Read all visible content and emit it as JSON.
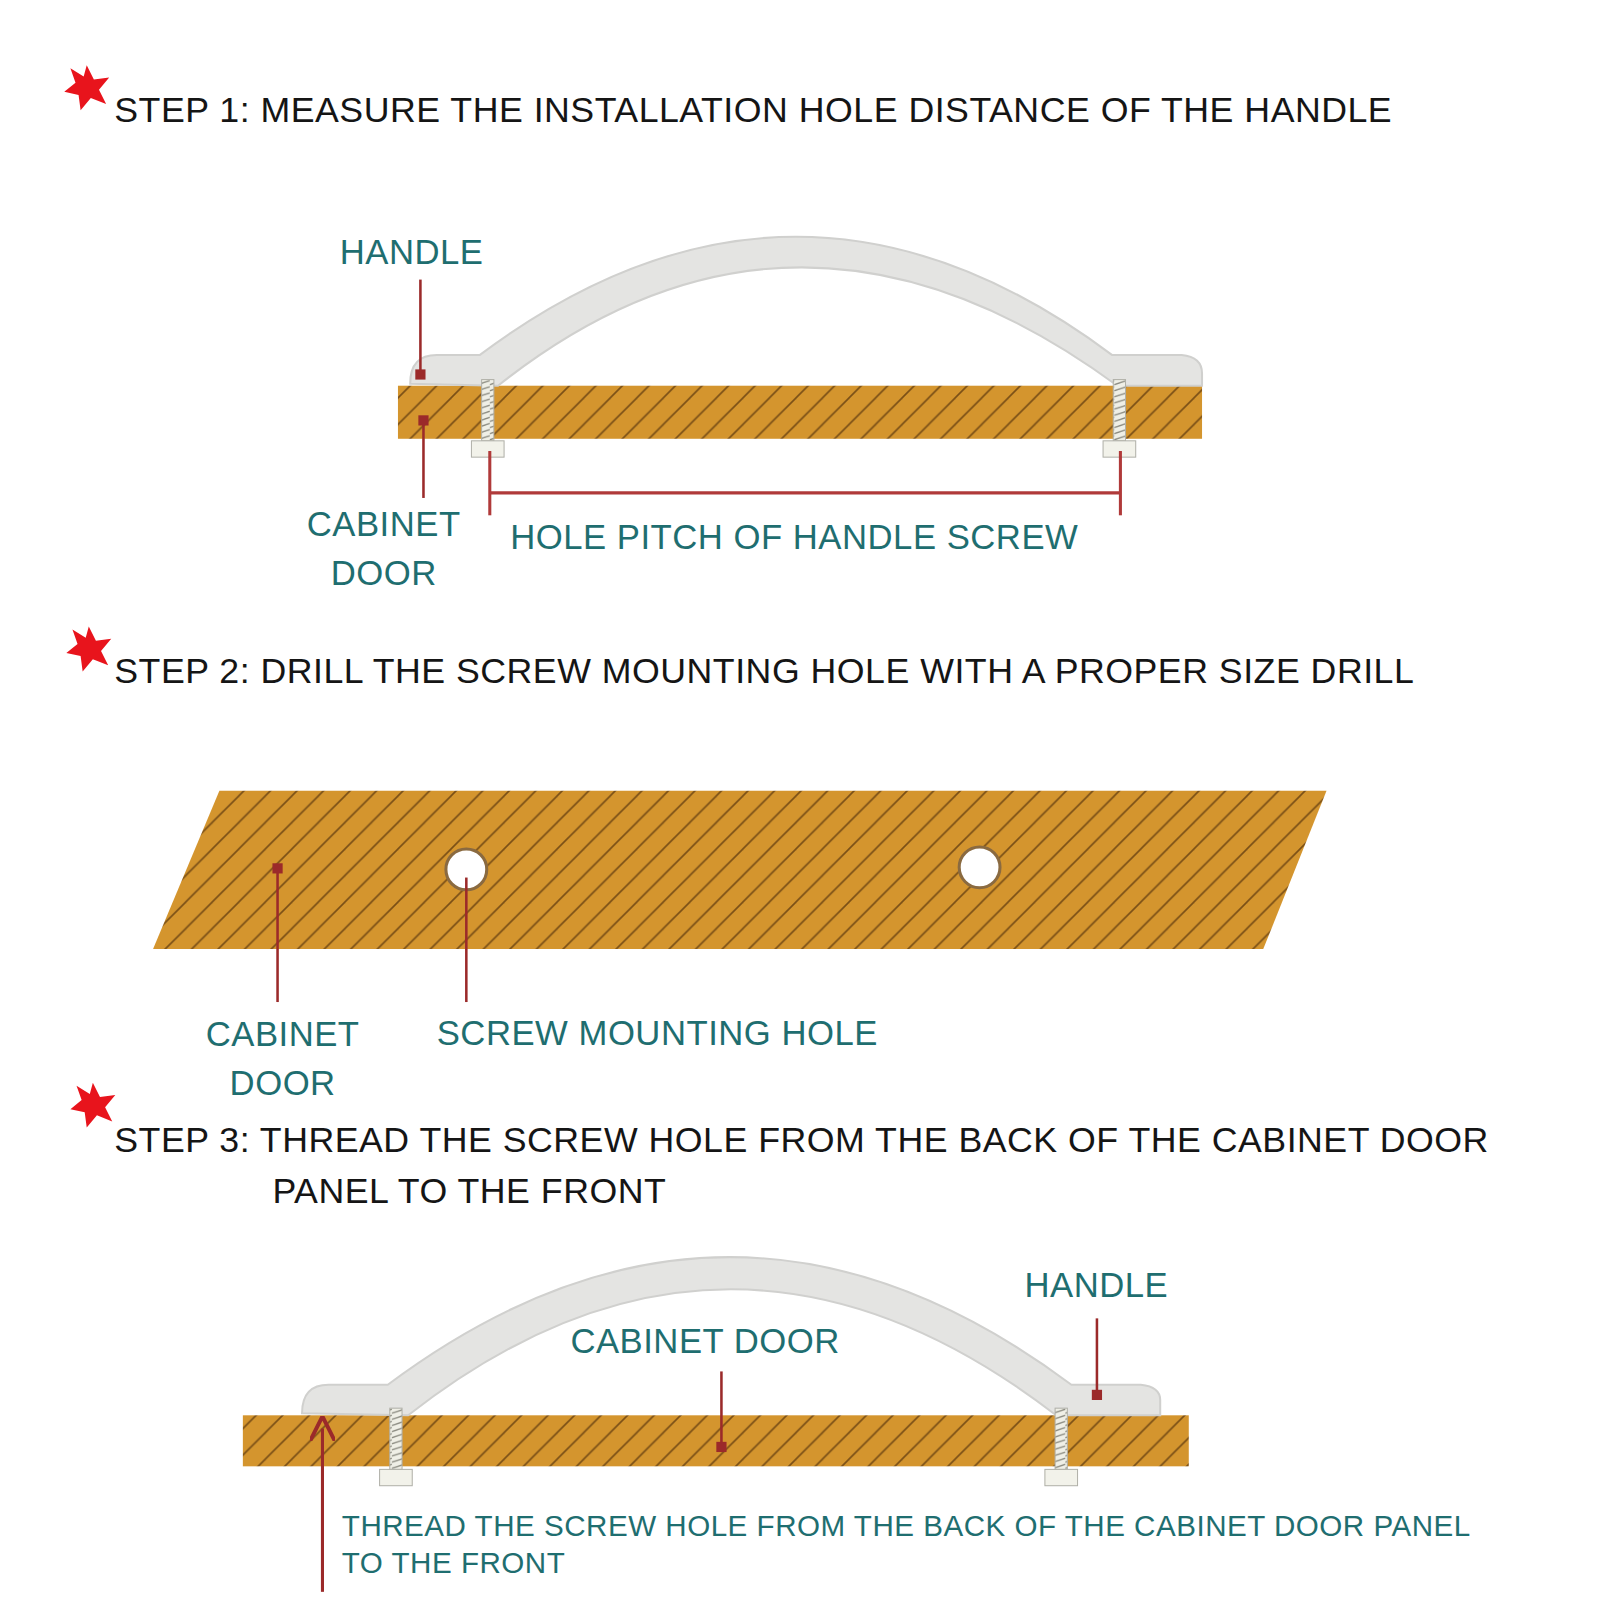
{
  "diagram": {
    "labels": [
      "STEP 1: MEASURE THE INSTALLATION HOLE DISTANCE OF THE HANDLE",
      "HANDLE",
      "CABINET DOOR",
      "HOLE PITCH OF HANDLE SCREW",
      "STEP 2: DRILL THE SCREW MOUNTING HOLE WITH A PROPER SIZE DRILL",
      "CABINET DOOR",
      "SCREW MOUNTING HOLE",
      "STEP 3: THREAD THE SCREW HOLE FROM THE BACK OF THE CABINET DOOR PANEL TO THE FRONT",
      "HANDLE",
      "CABINET DOOR",
      "THREAD THE SCREW HOLE FROM THE BACK OF THE CABINET DOOR PANEL TO THE FRONT"
    ]
  }
}
